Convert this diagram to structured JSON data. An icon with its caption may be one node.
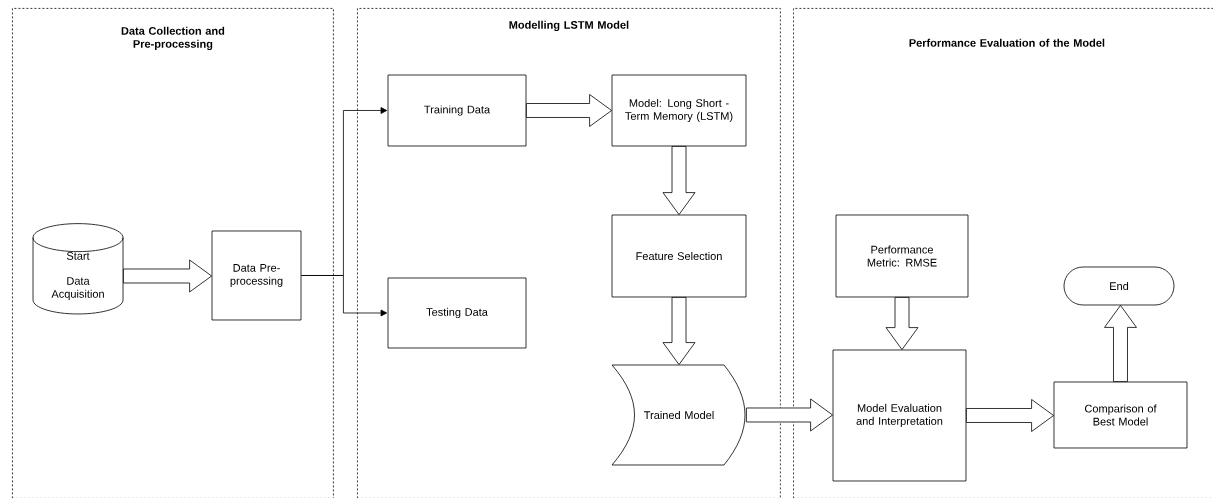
{
  "diagram": {
    "nodes": [
      {
        "text": [
          "Data Collection and Pre-processing"
        ]
      },
      {
        "text": [
          "Modelling LSTM Model"
        ]
      },
      {
        "text": [
          "Performance Evaluation of the Model"
        ]
      },
      {
        "text": [
          "Start",
          "Data Acquisition"
        ],
        "in": 0
      },
      {
        "text": [
          "Data Pre-processing"
        ],
        "in": 0
      },
      {
        "text": [
          "Training Data"
        ],
        "in": 1
      },
      {
        "text": [
          "Testing Data"
        ],
        "in": 1
      },
      {
        "text": [
          "Model: Long Short - Term Memory (LSTM)"
        ],
        "in": 1
      },
      {
        "text": [
          "Feature Selection"
        ],
        "in": 1
      },
      {
        "text": [
          "Trained Model"
        ],
        "in": 1
      },
      {
        "text": [
          "Performance Metric: RMSE"
        ],
        "in": 2
      },
      {
        "text": [
          "Model Evaluation and Interpretation"
        ],
        "in": 2
      },
      {
        "text": [
          "Comparison of Best Model"
        ],
        "in": 2
      },
      {
        "text": [
          "End"
        ],
        "in": 2
      }
    ],
    "edges": [
      {
        "from": 3,
        "to": 4,
        "arrow": "to",
        "style": "thick"
      },
      {
        "from": 4,
        "to": 5,
        "arrow": "to"
      },
      {
        "from": 4,
        "to": 6,
        "arrow": "to"
      },
      {
        "from": 5,
        "to": 7,
        "arrow": "to",
        "style": "thick"
      },
      {
        "from": 7,
        "to": 8,
        "arrow": "to",
        "style": "thick"
      },
      {
        "from": 8,
        "to": 9,
        "arrow": "to",
        "style": "thick"
      },
      {
        "from": 9,
        "to": 11,
        "arrow": "to",
        "style": "thick"
      },
      {
        "from": 10,
        "to": 11,
        "arrow": "to",
        "style": "thick"
      },
      {
        "from": 11,
        "to": 12,
        "arrow": "to",
        "style": "thick"
      },
      {
        "from": 12,
        "to": 13,
        "arrow": "to",
        "style": "thick"
      }
    ]
  }
}
